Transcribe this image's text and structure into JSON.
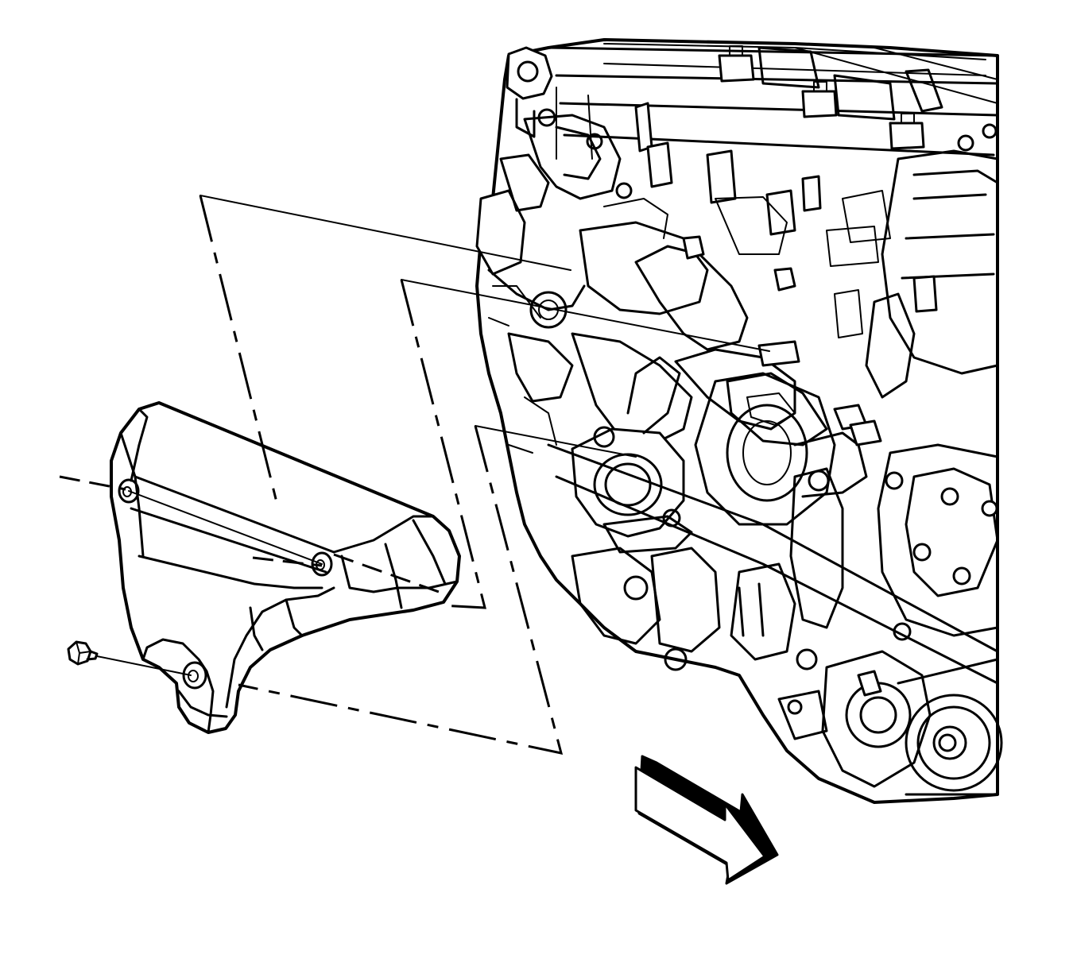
{
  "diagram": {
    "line_color": "#000000",
    "background": "#ffffff",
    "components": [
      {
        "id": "engine-assembly",
        "icon": "engine-block"
      },
      {
        "id": "heat-shield",
        "icon": "exhaust-manifold-heat-shield"
      },
      {
        "id": "shield-bolt",
        "icon": "hex-bolt"
      },
      {
        "id": "orientation-arrow",
        "icon": "direction-arrow"
      }
    ],
    "fastener_count": 3
  }
}
